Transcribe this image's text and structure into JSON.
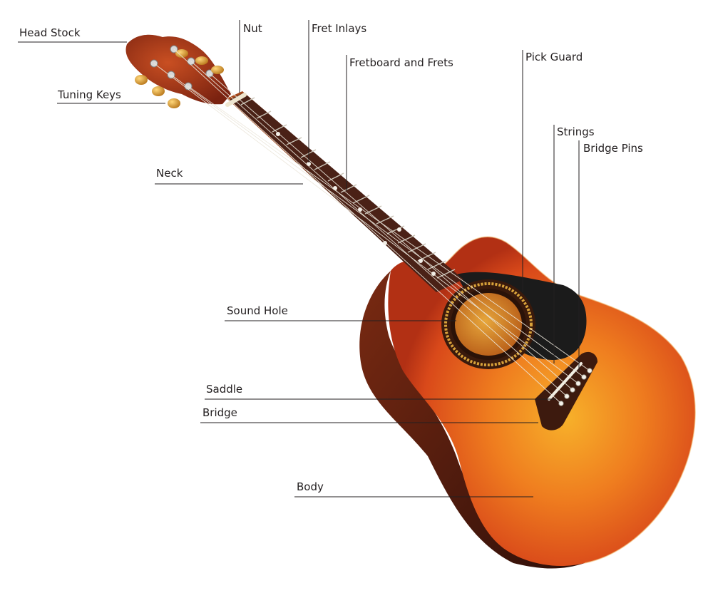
{
  "diagram": {
    "labels": {
      "head_stock": "Head Stock",
      "tuning_keys": "Tuning Keys",
      "nut": "Nut",
      "fret_inlays": "Fret Inlays",
      "fretboard_and_frets": "Fretboard and Frets",
      "neck": "Neck",
      "pick_guard": "Pick Guard",
      "strings": "Strings",
      "bridge_pins": "Bridge Pins",
      "sound_hole": "Sound Hole",
      "saddle": "Saddle",
      "bridge": "Bridge",
      "body": "Body"
    },
    "colors": {
      "body_light": "#f5a623",
      "body_mid": "#e8651a",
      "body_dark": "#5a1f10",
      "fretboard": "#4a2116",
      "neck": "#8a3a14",
      "pick_guard": "#1a1a1a",
      "tuning_key": "#d79a2e",
      "string": "#e8e4dc"
    }
  }
}
